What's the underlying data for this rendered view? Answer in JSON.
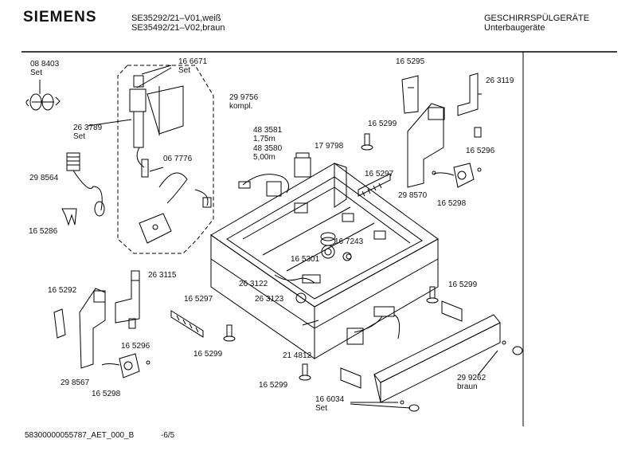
{
  "header": {
    "brand": "SIEMENS",
    "model_line1": "SE35292/21–V01,weiß",
    "model_line2": "SE35492/21–V02,braun",
    "category_line1": "GESCHIRRSPÜLGERÄTE",
    "category_line2": "Unterbaugeräte"
  },
  "parts": [
    {
      "id": "p1",
      "l1": "08 8403",
      "l2": "Set"
    },
    {
      "id": "p2",
      "l1": "16 6671",
      "l2": "Set"
    },
    {
      "id": "p3",
      "l1": "29 9756",
      "l2": "kompl."
    },
    {
      "id": "p4",
      "l1": "26 3789",
      "l2": "Set"
    },
    {
      "id": "p5",
      "l1": "06 7776",
      "l2": ""
    },
    {
      "id": "p6",
      "l1": "29 8564",
      "l2": ""
    },
    {
      "id": "p7",
      "l1": "16 5286",
      "l2": ""
    },
    {
      "id": "p8",
      "l1": "48 3581",
      "l2": "1,75m"
    },
    {
      "id": "p9",
      "l1": "48 3580",
      "l2": "5,00m"
    },
    {
      "id": "p10",
      "l1": "17 9798",
      "l2": ""
    },
    {
      "id": "p11",
      "l1": "16 5295",
      "l2": ""
    },
    {
      "id": "p12",
      "l1": "26 3119",
      "l2": ""
    },
    {
      "id": "p13",
      "l1": "16 5299",
      "l2": ""
    },
    {
      "id": "p14",
      "l1": "16 5296",
      "l2": ""
    },
    {
      "id": "p15",
      "l1": "16 5297",
      "l2": ""
    },
    {
      "id": "p16",
      "l1": "29 8570",
      "l2": ""
    },
    {
      "id": "p17",
      "l1": "16 5298",
      "l2": ""
    },
    {
      "id": "p18",
      "l1": "16 7243",
      "l2": ""
    },
    {
      "id": "p19",
      "l1": "16 5301",
      "l2": ""
    },
    {
      "id": "p20",
      "l1": "26 3122",
      "l2": ""
    },
    {
      "id": "p21",
      "l1": "26 3123",
      "l2": ""
    },
    {
      "id": "p22",
      "l1": "16 5292",
      "l2": ""
    },
    {
      "id": "p23",
      "l1": "26 3115",
      "l2": ""
    },
    {
      "id": "p24",
      "l1": "16 5297",
      "l2": ""
    },
    {
      "id": "p25",
      "l1": "16 5299",
      "l2": ""
    },
    {
      "id": "p26",
      "l1": "16 5296",
      "l2": ""
    },
    {
      "id": "p27",
      "l1": "29 8567",
      "l2": ""
    },
    {
      "id": "p28",
      "l1": "16 5298",
      "l2": ""
    },
    {
      "id": "p29",
      "l1": "21 4812",
      "l2": ""
    },
    {
      "id": "p30",
      "l1": "16 5299",
      "l2": ""
    },
    {
      "id": "p31",
      "l1": "16 5299",
      "l2": ""
    },
    {
      "id": "p32",
      "l1": "29 9262",
      "l2": "braun"
    },
    {
      "id": "p33",
      "l1": "16 6034",
      "l2": "Set"
    }
  ],
  "footer": {
    "doc_id": "58300000055787_AET_000_B",
    "page": "-6/5"
  }
}
